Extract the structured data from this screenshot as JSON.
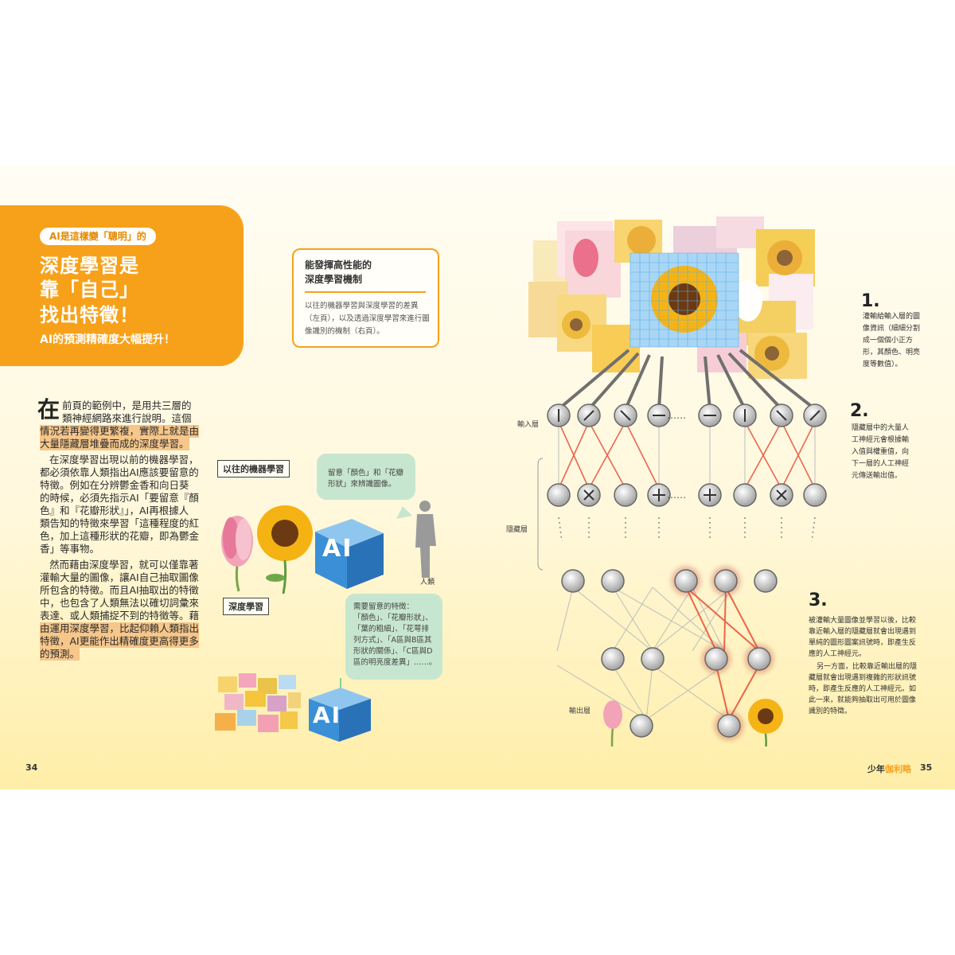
{
  "title_box": {
    "tag": "AI是這樣變「聰明」的",
    "lines": [
      "深度學習是",
      "靠「自己」",
      "找出特徵！"
    ],
    "subtitle": "AI的預測精確度大幅提升！"
  },
  "info_box": {
    "heading": [
      "能發揮高性能的",
      "深度學習機制"
    ],
    "body": [
      "以往的機器學習與深度學習的差異",
      "（左頁），以及透過深度學習來進行圖",
      "像識別的機制（右頁）。"
    ]
  },
  "body_text": {
    "drop_cap": "在",
    "lines": [
      "前頁的範例中，是用共三層的",
      "類神經網路來進行說明。這個",
      "情況若再變得更繁複，實際上就是由",
      "大量隱藏層堆疊而成的深度學習。",
      "在深度學習出現以前的機器學習，",
      "都必須依靠人類指出AI應該要留意的",
      "特徵。例如在分辨鬱金香和向日葵",
      "的時候，必須先指示AI「要留意『顏",
      "色』和『花瓣形狀』」，AI再根據人",
      "類告知的特徵來學習「這種程度的紅",
      "色，加上這種形狀的花瓣，即為鬱金",
      "香」等事物。",
      "然而藉由深度學習，就可以僅靠著",
      "灌輸大量的圖像，讓AI自己抽取圖像",
      "所包含的特徵。而且AI抽取出的特徵",
      "中，也包含了人類無法以確切詞彙來",
      "表達、或人類捕捉不到的特徵等。藉",
      "由運用深度學習，比起仰賴人類指出",
      "特徵，AI更能作出精確度更高得更多",
      "的預測。"
    ]
  },
  "machine_learning": {
    "label": "以往的機器學習",
    "bubble": [
      "留意「顏色」和「花瓣",
      "形狀」來辨識圖像。"
    ],
    "human_label": "人類",
    "cube_text": "AI"
  },
  "deep_learning": {
    "label": "深度學習",
    "bubble": [
      "需要留意的特徵：",
      "「顏色」、「花瓣形狀」、",
      "「葉的粗細」、「花萼排",
      "列方式」、「A區與B區其",
      "形狀的關係」、「C區與D",
      "區的明亮度差異」……。"
    ],
    "cube_text": "AI"
  },
  "diagram": {
    "labels": {
      "input": "輸入層",
      "hidden": "隱藏層",
      "output": "輸出層"
    },
    "dots": "……",
    "steps": [
      {
        "num": "1.",
        "lines": [
          "灌輸給輸入層的圖",
          "像資訊（細細分割",
          "成一個個小正方",
          "形，其顏色、明亮",
          "度等數值）。"
        ]
      },
      {
        "num": "2.",
        "lines": [
          "隱藏層中的大量人",
          "工神經元會根據輸",
          "入值與權重值，向",
          "下一層的人工神經",
          "元傳送輸出值。"
        ]
      },
      {
        "num": "3.",
        "lines": [
          "被灌輸大量圖像並學習以後，比較",
          "靠近輸入層的隱藏層就會出現遇到",
          "單純的圖形圖案訊號時，即產生反",
          "應的人工神經元。",
          "另一方面，比較靠近輸出層的隱",
          "藏層就會出現遇到複雜的形狀訊號",
          "時，即產生反應的人工神經元。如",
          "此一來，就能夠抽取出可用於圖像",
          "識別的特徵。"
        ]
      }
    ]
  },
  "footer": {
    "page_left": "34",
    "page_right": "35",
    "magazine_prefix": "少年",
    "magazine_suffix": "伽利略"
  },
  "colors": {
    "accent": "#f7a11a",
    "highlight": "#f6c68a",
    "bubble": "#c7e6cf",
    "glow": "#e8422b"
  }
}
